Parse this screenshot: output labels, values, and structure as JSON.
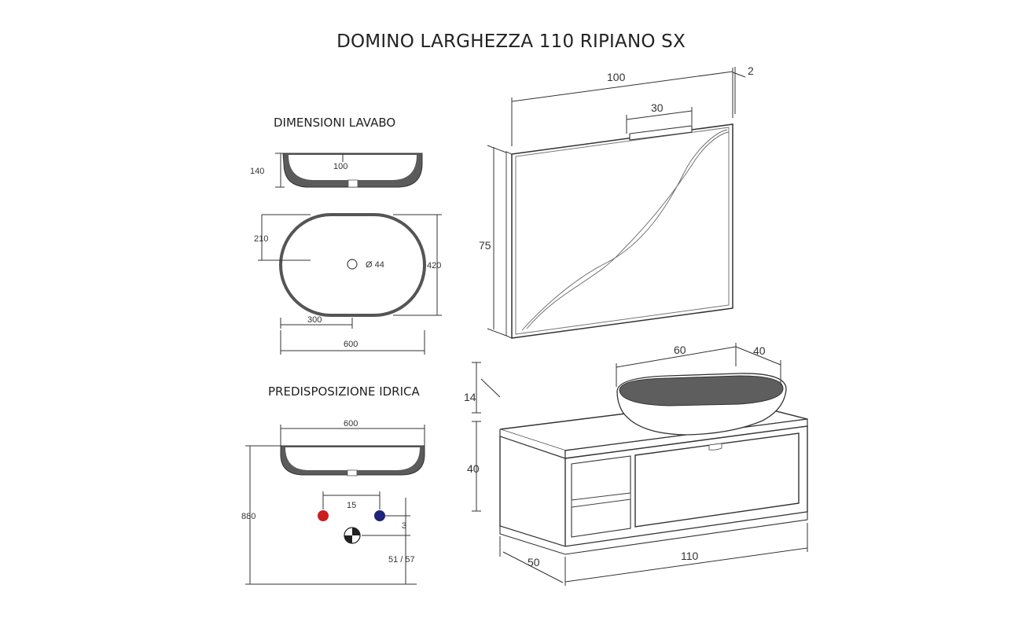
{
  "title": "DOMINO LARGHEZZA 110 RIPIANO SX",
  "sections": {
    "basin": "DIMENSIONI LAVABO",
    "plumbing": "PREDISPOSIZIONE IDRICA"
  },
  "basin_side": {
    "height": "140",
    "center_width": "100"
  },
  "basin_top": {
    "half_depth": "210",
    "drain": "Ø 44",
    "depth": "420",
    "half_width": "300",
    "width": "600"
  },
  "mirror": {
    "width": "100",
    "lamp_width": "30",
    "thickness": "2",
    "height": "75"
  },
  "vanity": {
    "basin_width": "60",
    "basin_depth": "40",
    "basin_height": "14",
    "cabinet_height": "40",
    "depth": "50",
    "width": "110"
  },
  "plumbing": {
    "basin_width": "600",
    "total_height": "880",
    "tap_spacing": "15",
    "drain_offset": "3",
    "drain_height": "51 / 57"
  },
  "colors": {
    "line": "#333333",
    "hot": "#cc1f1f",
    "cold": "#1f237a",
    "basin_fill": "#5a5a5a"
  }
}
